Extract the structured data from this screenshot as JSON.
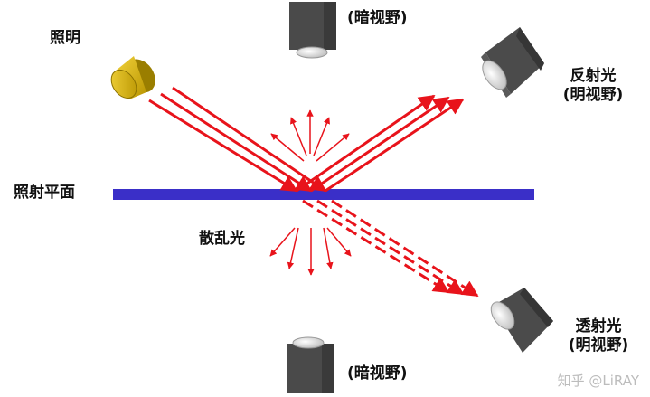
{
  "labels": {
    "illumination": "照明",
    "dark_field_top": "(暗视野)",
    "reflected": "反射光",
    "reflected_field": "(明视野)",
    "plane": "照射平面",
    "scattered": "散乱光",
    "transmitted": "透射光",
    "transmitted_field": "(明视野)",
    "dark_field_bottom": "(暗视野)"
  },
  "watermark": "知乎 @LiRAY",
  "colors": {
    "ray": "#e8131b",
    "plane": "#3a2fc8",
    "lamp": "#d9b800",
    "camera": "#4a4a4a"
  }
}
